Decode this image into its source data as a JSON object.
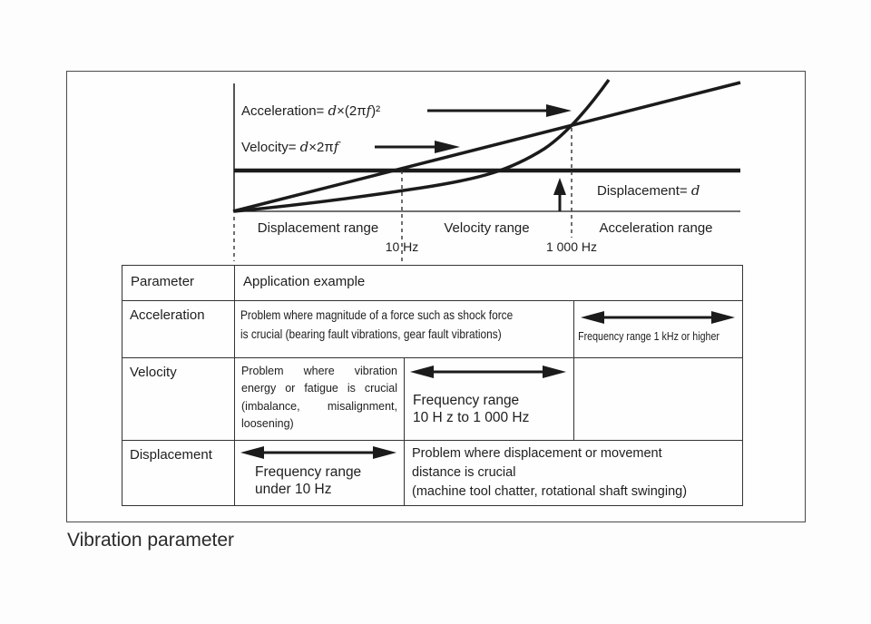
{
  "caption": "Vibration parameter",
  "chart": {
    "formulas": {
      "acceleration": {
        "name": "Acceleration= ",
        "d": "d",
        "mid": "×(2π",
        "f": "f",
        "suffix": ")²"
      },
      "velocity": {
        "name": "Velocity= ",
        "d": "d",
        "mid": "×2π",
        "f": "f"
      },
      "displacement": {
        "name": "Displacement= ",
        "d": "d"
      }
    },
    "ranges": [
      "Displacement range",
      "Velocity range",
      "Acceleration range"
    ],
    "ticks": {
      "low": "10 Hz",
      "high": "1 000 Hz"
    }
  },
  "table": {
    "header": {
      "parameter": "Parameter",
      "application": "Application example"
    },
    "rows": {
      "acceleration": {
        "parameter": "Acceleration",
        "description": "Problem where magnitude of a force such as shock force\nis crucial (bearing fault vibrations, gear fault vibrations)",
        "frequency": "Frequency range 1 kHz or higher"
      },
      "velocity": {
        "parameter": "Velocity",
        "description": "Problem where vibration energy or fatigue is crucial (imbalance, misalignment, loosening)",
        "frequency_line1": "Frequency range",
        "frequency_line2": "10 H z to 1 000 Hz"
      },
      "displacement": {
        "parameter": "Displacement",
        "frequency_line1": "Frequency range",
        "frequency_line2": "under 10 Hz",
        "description": "Problem where displacement or movement\ndistance is crucial\n(machine tool chatter, rotational shaft swinging)"
      }
    }
  }
}
